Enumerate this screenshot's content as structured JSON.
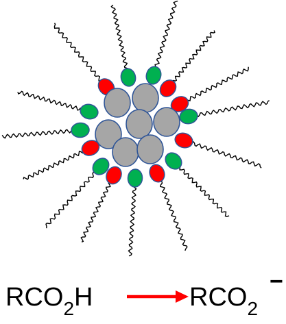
{
  "diagram": {
    "colors": {
      "core_fill": "#a6a6a6",
      "outline": "#2f5597",
      "head_red": "#ff0000",
      "head_green": "#00b050",
      "tail": "#000000",
      "arrow": "#ff0000",
      "text": "#000000"
    },
    "reaction": {
      "reactant": {
        "main": "RCO",
        "subscript": "2",
        "suffix": "H"
      },
      "product": {
        "main": "RCO",
        "subscript": "2",
        "superscript": "−"
      }
    }
  }
}
